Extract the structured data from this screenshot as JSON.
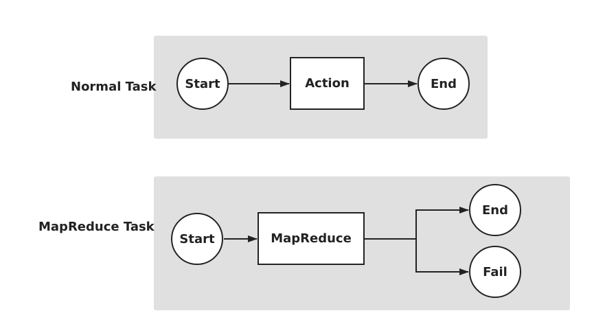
{
  "colors": {
    "panel_background": "#e0e0e0",
    "node_border": "#222222",
    "node_fill": "#ffffff",
    "text": "#222222"
  },
  "normal_task": {
    "label": "Normal Task",
    "nodes": {
      "start": "Start",
      "action": "Action",
      "end": "End"
    }
  },
  "mapreduce_task": {
    "label": "MapReduce Task",
    "nodes": {
      "start": "Start",
      "mapreduce": "MapReduce",
      "end": "End",
      "fail": "Fail"
    }
  }
}
